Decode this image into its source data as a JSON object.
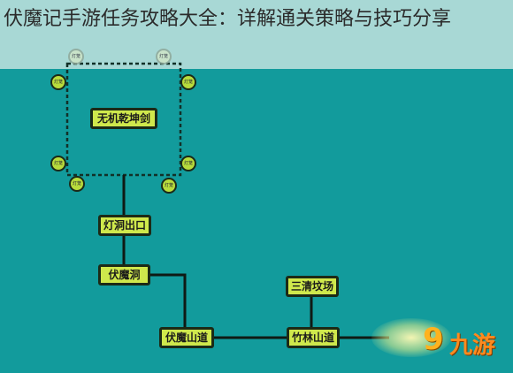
{
  "title": "伏魔记手游任务攻略大全：详解通关策略与技巧分享",
  "nodes": {
    "wuji": "无机乾坤剑",
    "dengdong": "灯洞出口",
    "fumodong": "伏魔洞",
    "fumoshandao": "伏魔山道",
    "zhulinshandao": "竹林山道",
    "sanqing": "三清坟场"
  },
  "lamp_label": "灯笼",
  "logo": {
    "nine": "9",
    "brand": "九游"
  },
  "colors": {
    "background": "#129b9c",
    "node": "#cfe84c",
    "title_band": "#a8d8d5"
  }
}
